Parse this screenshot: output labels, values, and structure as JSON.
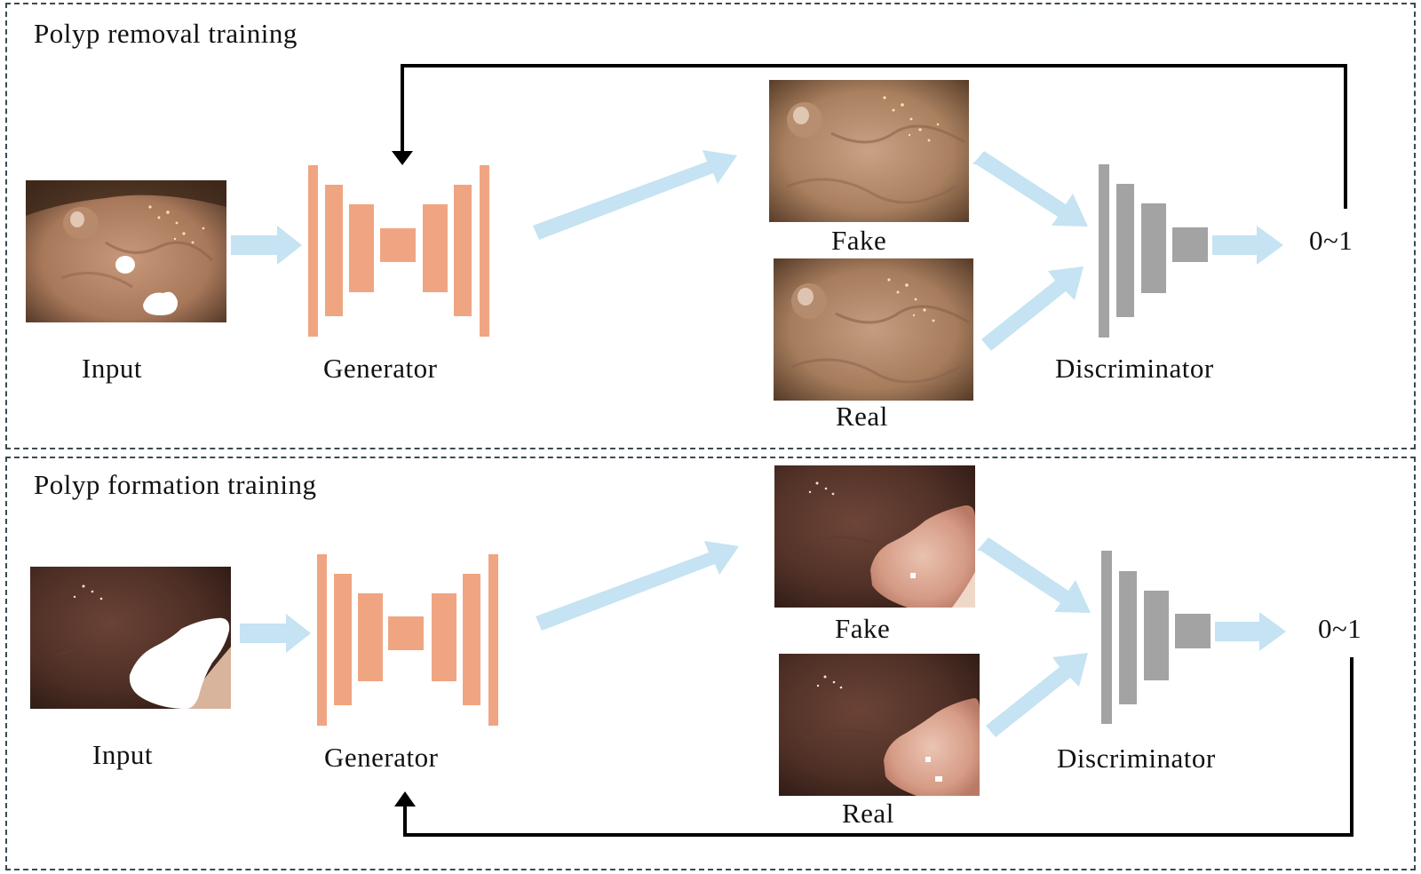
{
  "colors": {
    "generator": "#f0a582",
    "discriminator": "#a3a3a3",
    "flow_arrow": "#c5e3f2",
    "feedback_arrow": "#000000",
    "panel_border": "#3b4a52"
  },
  "panels": [
    {
      "title": "Polyp removal training",
      "input_label": "Input",
      "generator_label": "Generator",
      "fake_label": "Fake",
      "real_label": "Real",
      "discriminator_label": "Discriminator",
      "output_label": "0~1"
    },
    {
      "title": "Polyp formation training",
      "input_label": "Input",
      "generator_label": "Generator",
      "fake_label": "Fake",
      "real_label": "Real",
      "discriminator_label": "Discriminator",
      "output_label": "0~1"
    }
  ]
}
